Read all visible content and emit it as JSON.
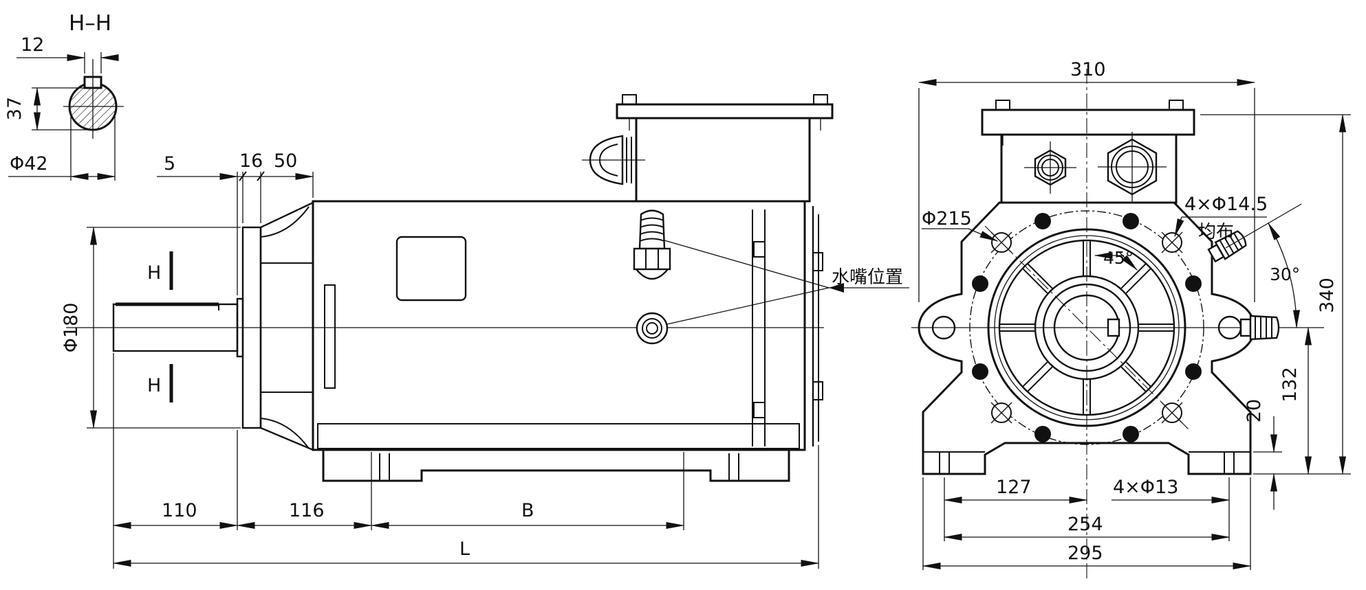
{
  "drawing": {
    "section_detail": {
      "title": "H–H",
      "dim_key_width": "12",
      "dim_key_height": "37",
      "dim_shaft_diameter": "Φ42"
    },
    "side_view": {
      "dim_shoulder": "5",
      "dim_flange_thickness": "16",
      "dim_bell_length": "50",
      "dim_flange_diameter": "Φ180",
      "section_mark_top": "H",
      "section_mark_bottom": "H",
      "water_nozzle_label": "水嘴位置",
      "dim_shaft_extension": "110",
      "dim_front_section": "116",
      "dim_body_length": "B",
      "dim_total_length": "L"
    },
    "end_view": {
      "dim_width": "310",
      "dim_bolt_circle": "Φ215",
      "dim_flange_holes": "4×Φ14.5",
      "dim_flange_holes_note": "均布",
      "angle_hole_spacing": "45°",
      "angle_nozzle": "30°",
      "dim_total_height": "340",
      "dim_center_to_base": "132",
      "dim_foot_pad_height": "20",
      "dim_foot_hole_to_center": "127",
      "dim_foot_holes": "4×Φ13",
      "dim_foot_hole_span": "254",
      "dim_base_width": "295"
    }
  }
}
